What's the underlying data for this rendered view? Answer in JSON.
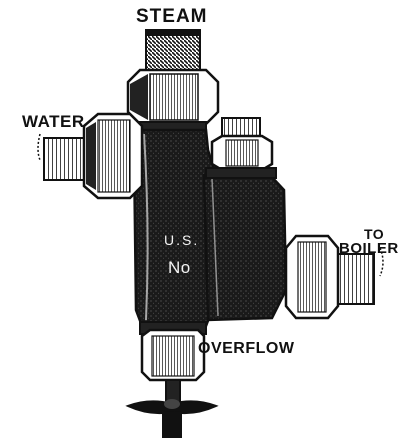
{
  "labels": {
    "steam": "STEAM",
    "water": "WATER",
    "to": "TO",
    "boiler": "BOILER",
    "overflow": "OVERFLOW",
    "body_mark_1": "U.S.",
    "body_mark_2": "No"
  },
  "colors": {
    "ink": "#111111",
    "paper": "#ffffff",
    "highlight": "#f4f4f4"
  },
  "icons": {
    "illustration": "steam-injector-engraving"
  }
}
